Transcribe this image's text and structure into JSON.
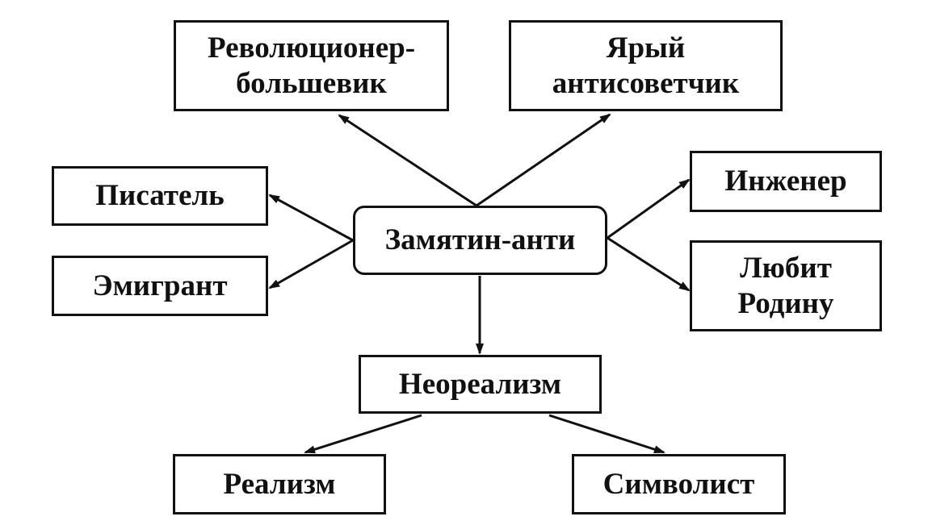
{
  "diagram": {
    "center": "Замятин-анти",
    "revolutionary": [
      "Революционер-",
      "большевик"
    ],
    "anti_soviet": [
      "Ярый",
      "антисоветчик"
    ],
    "writer": "Писатель",
    "emigrant": "Эмигрант",
    "engineer": "Инженер",
    "loves_homeland": [
      "Любит",
      "Родину"
    ],
    "neorealism": "Неореализм",
    "realism": "Реализм",
    "symbolist": "Символист"
  }
}
